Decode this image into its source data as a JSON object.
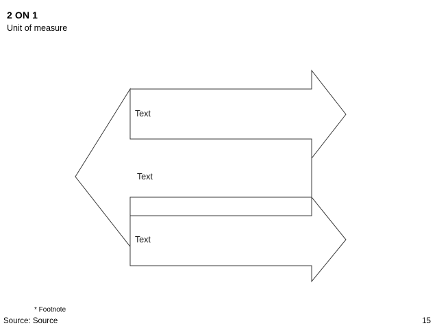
{
  "header": {
    "title": "2 ON 1",
    "subtitle": "Unit of measure"
  },
  "diagram": {
    "type": "layered-arrows",
    "orientation": "left-to-right",
    "arrow_count": 3,
    "arrows": [
      {
        "id": "top",
        "label": "Text"
      },
      {
        "id": "middle",
        "label": "Text"
      },
      {
        "id": "bottom",
        "label": "Text"
      }
    ],
    "stroke_color": "#3a3a3a",
    "fill_color": "#ffffff"
  },
  "footer": {
    "footnote": "* Footnote",
    "source": "Source: Source",
    "page_number": "15"
  }
}
